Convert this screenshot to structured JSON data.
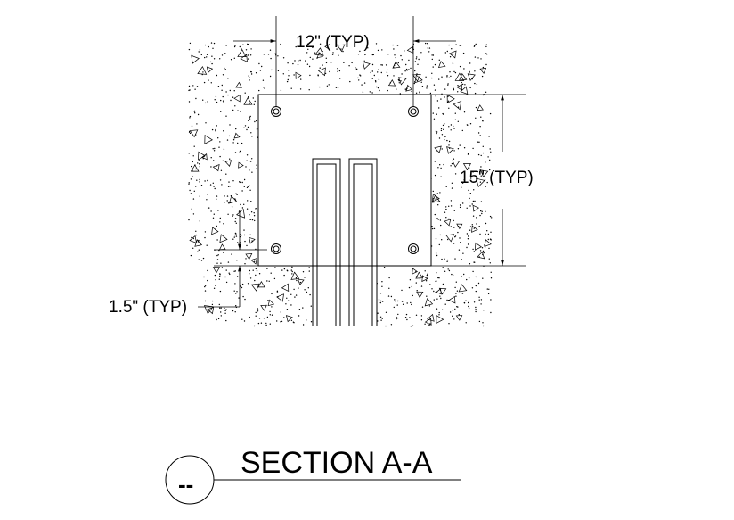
{
  "dimensions": {
    "bolt_spacing_horizontal": "12\" (TYP)",
    "bolt_spacing_vertical": "15\" (TYP)",
    "edge_distance": "1.5\" (TYP)"
  },
  "title": {
    "section_label": "SECTION A-A",
    "tag": "--"
  }
}
